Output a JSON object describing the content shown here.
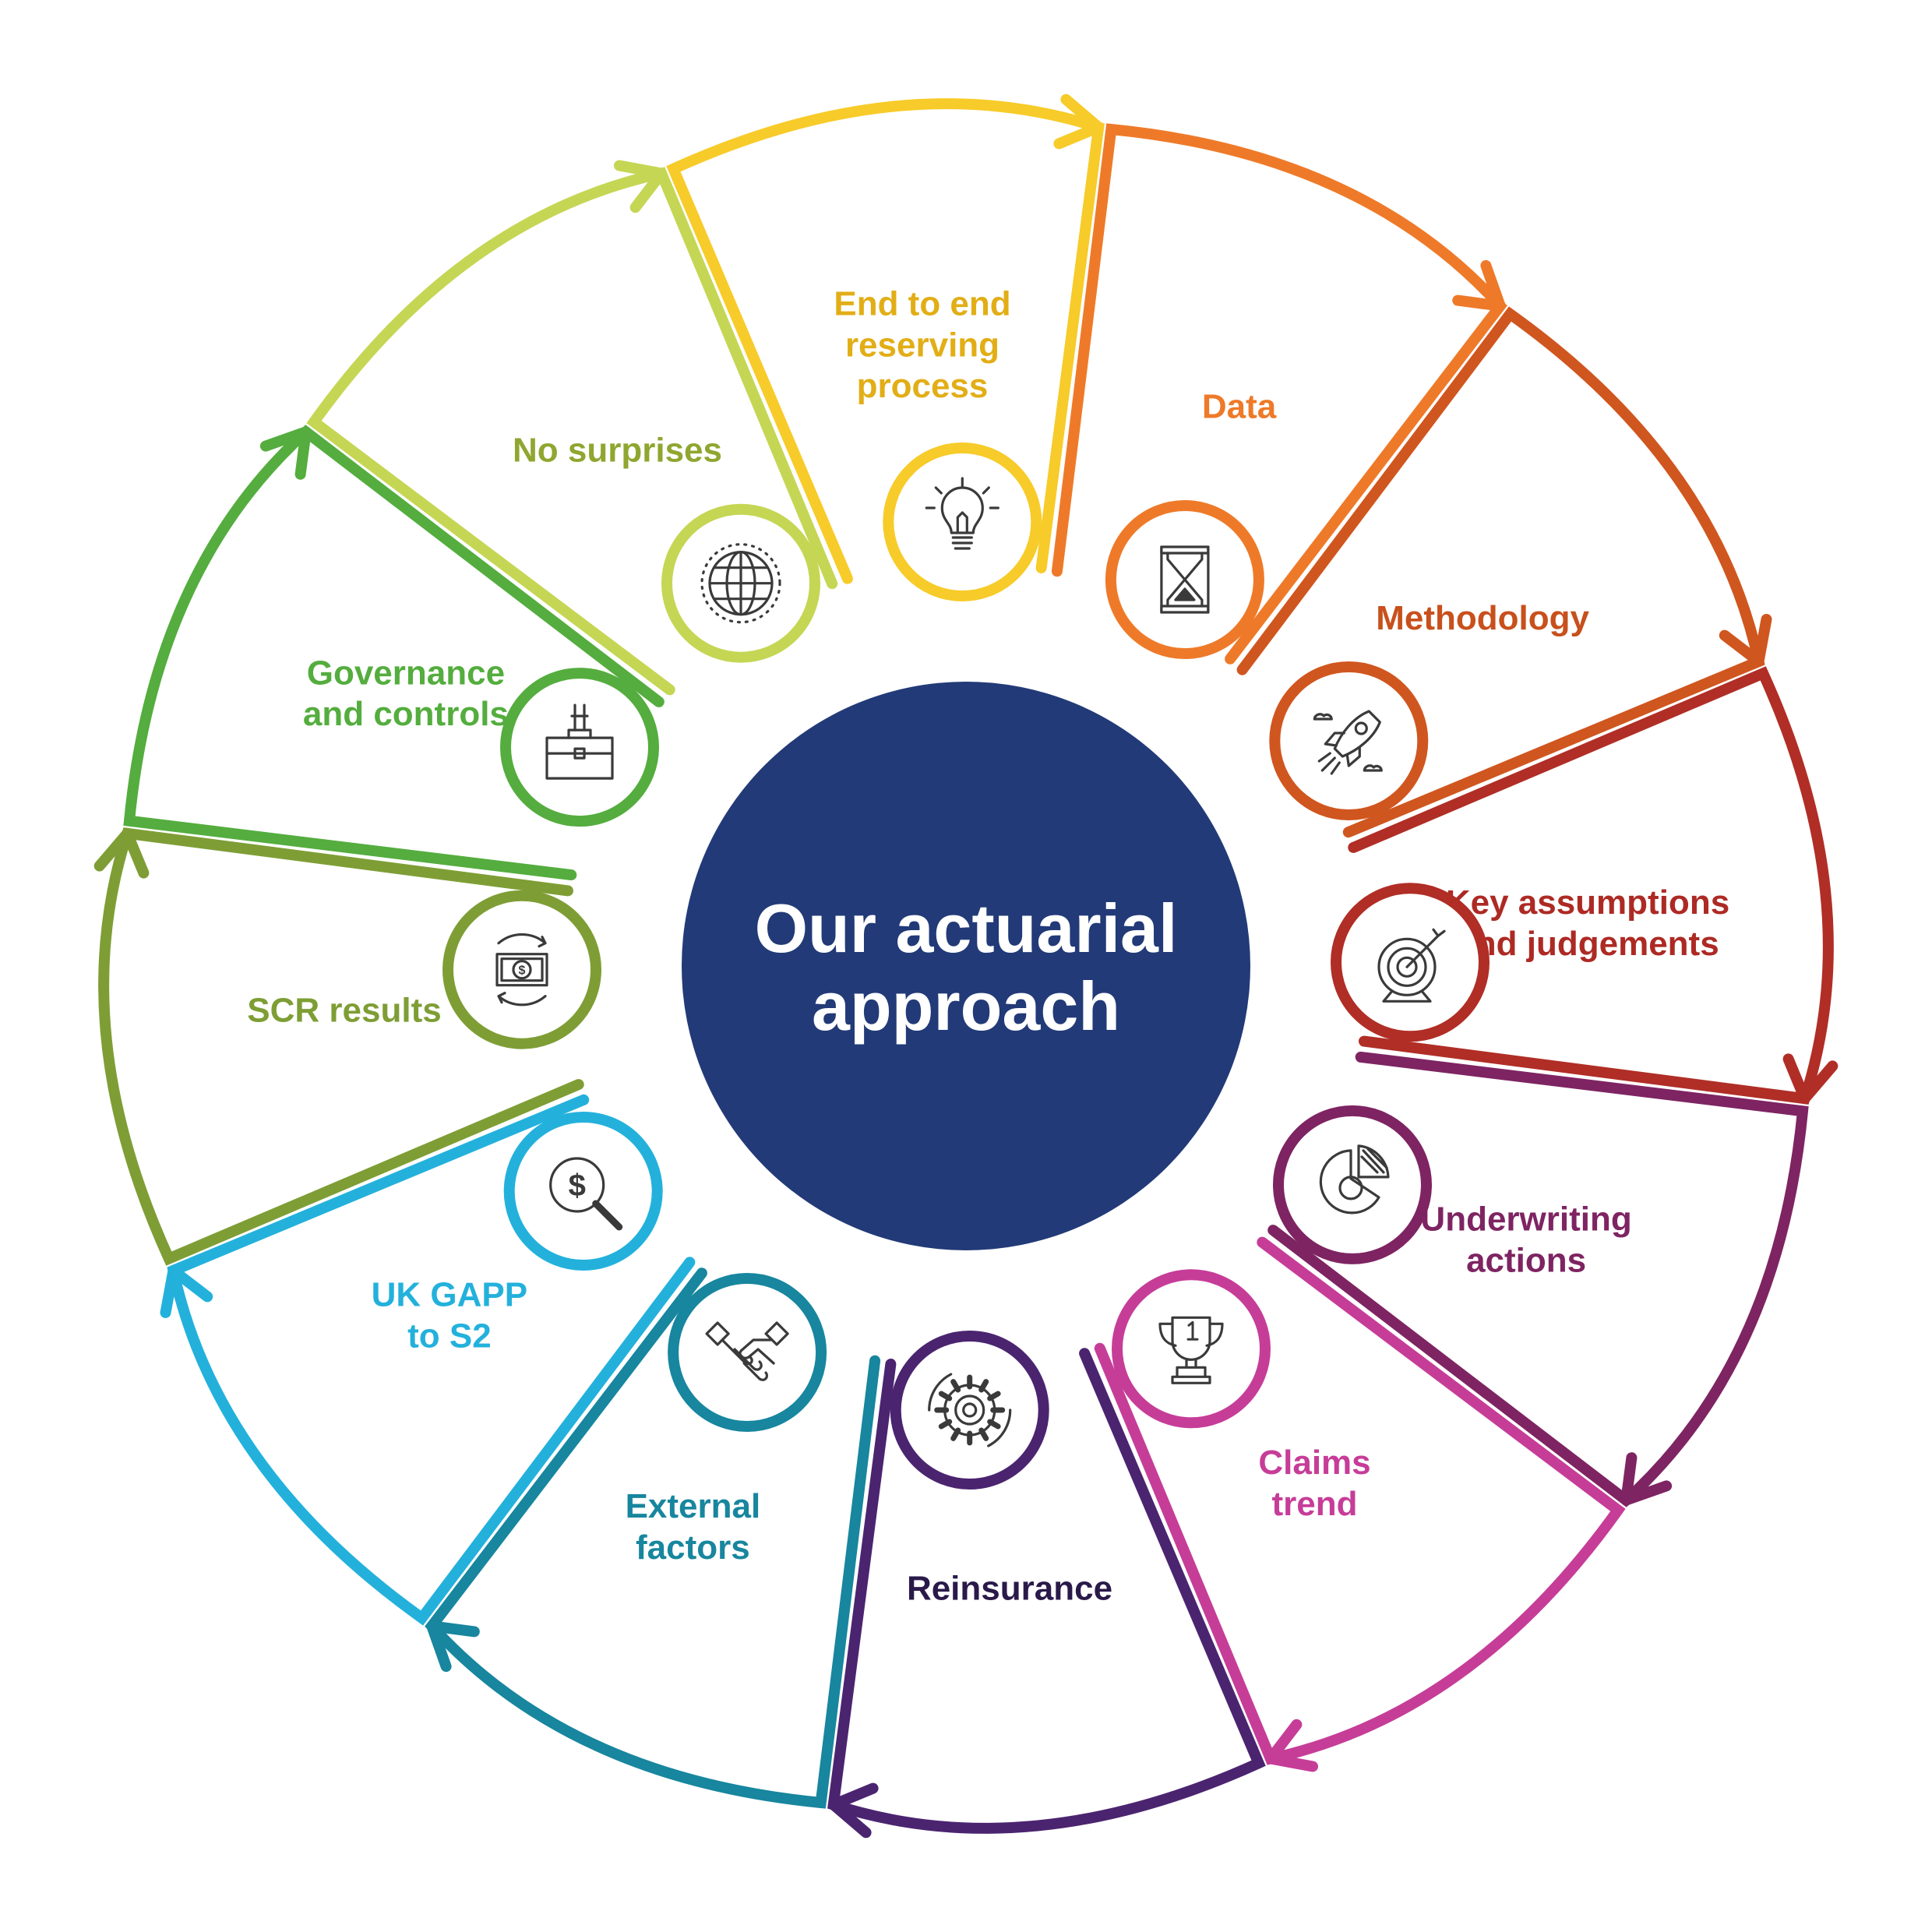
{
  "center": {
    "title_line1": "Our actuarial",
    "title_line2": "approach",
    "fill": "#223a77",
    "text_color": "#ffffff"
  },
  "segments": [
    {
      "key": "end-to-end",
      "lines": [
        "End to end",
        "reserving",
        "process"
      ],
      "color": "#f7cb29",
      "text_color": "#e2ae16",
      "icon": "lightbulb-icon"
    },
    {
      "key": "data",
      "lines": [
        "Data"
      ],
      "color": "#ee7a29",
      "text_color": "#ee7a29",
      "icon": "hourglass-icon"
    },
    {
      "key": "methodology",
      "lines": [
        "Methodology"
      ],
      "color": "#d0561f",
      "text_color": "#c8501c",
      "icon": "rocket-icon"
    },
    {
      "key": "key-assumptions",
      "lines": [
        "Key assumptions",
        "and judgements"
      ],
      "color": "#b02e26",
      "text_color": "#ad2a24",
      "icon": "target-icon"
    },
    {
      "key": "underwriting",
      "lines": [
        "Underwriting",
        "actions"
      ],
      "color": "#7e2462",
      "text_color": "#7e2462",
      "icon": "pie-chart-icon"
    },
    {
      "key": "claims-trend",
      "lines": [
        "Claims",
        "trend"
      ],
      "color": "#c63d98",
      "text_color": "#c63d98",
      "icon": "trophy-icon"
    },
    {
      "key": "reinsurance",
      "lines": [
        "Reinsurance"
      ],
      "color": "#4b2470",
      "text_color": "#2a1a4a",
      "icon": "gears-icon"
    },
    {
      "key": "external",
      "lines": [
        "External",
        "factors"
      ],
      "color": "#17869e",
      "text_color": "#17869e",
      "icon": "handshake-icon"
    },
    {
      "key": "uk-gapp",
      "lines": [
        "UK GAPP",
        "to S2"
      ],
      "color": "#23b1dc",
      "text_color": "#23b1dc",
      "icon": "dollar-search-icon"
    },
    {
      "key": "scr",
      "lines": [
        "SCR results"
      ],
      "color": "#7e9e35",
      "text_color": "#7e9e35",
      "icon": "cash-cycle-icon"
    },
    {
      "key": "governance",
      "lines": [
        "Governance",
        "and controls"
      ],
      "color": "#54ad3e",
      "text_color": "#54ad3e",
      "icon": "briefcase-icon"
    },
    {
      "key": "no-surprises",
      "lines": [
        "No surprises"
      ],
      "color": "#c5d654",
      "text_color": "#8fa630",
      "icon": "globe-icon"
    }
  ]
}
